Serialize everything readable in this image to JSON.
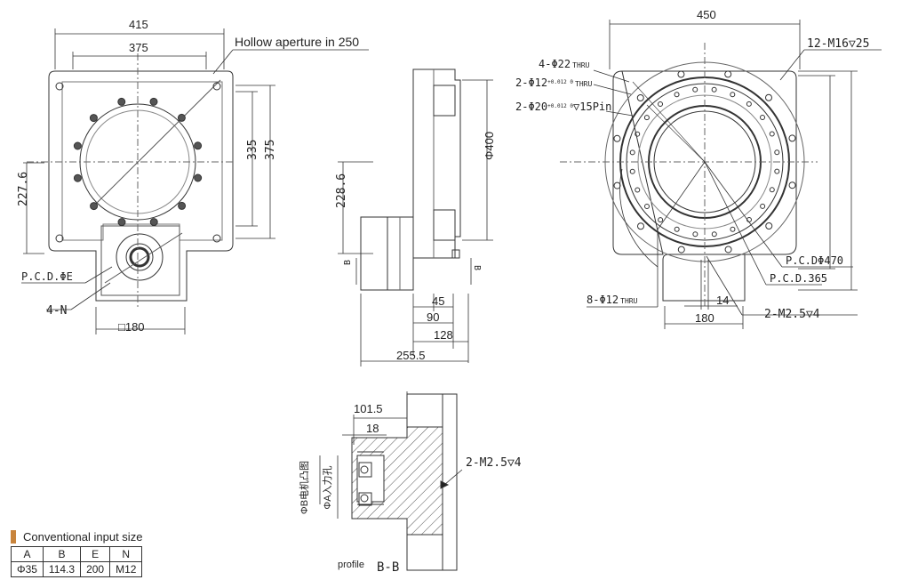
{
  "front": {
    "dim_415": "415",
    "dim_375_top": "375",
    "hollow_note": "Hollow aperture in 250",
    "dim_335": "335",
    "dim_375_right": "375",
    "dim_227_6": "227.6",
    "pcd_e": "P.C.D.ΦE",
    "four_n": "4-N",
    "square_180": "□180"
  },
  "side": {
    "dim_phi400": "Φ400",
    "dim_228_6": "228.6",
    "b_left": "B",
    "b_right": "B",
    "dim_45": "45",
    "dim_90": "90",
    "dim_128": "128",
    "dim_255_5": "255.5"
  },
  "right": {
    "dim_450": "450",
    "m16": "12-M16",
    "m16_depth": "▽25",
    "hole_22": "4-Φ22",
    "thru_1": "THRU",
    "hole_12": "2-Φ12",
    "tol_12": "+0.012 0",
    "thru_2": "THRU",
    "hole_20": "2-Φ20",
    "tol_20": "+0.012 0",
    "pin_depth": "▽15Pin",
    "pcd_470": "P.C.DΦ470",
    "pcd_365": "P.C.D.365",
    "hole_8_12": "8-Φ12",
    "thru_3": "THRU",
    "dim_14": "14",
    "dim_180": "180",
    "m2_5": "2-M2.5▽4"
  },
  "section": {
    "dim_101_5": "101.5",
    "dim_18": "18",
    "m2_5": "2-M2.5▽4",
    "label_b": "ΦB电机凸图",
    "label_a": "ΦA入力孔",
    "profile": "profile",
    "bb": "B-B"
  },
  "legend": {
    "title": "Conventional input size",
    "headers": [
      "A",
      "B",
      "E",
      "N"
    ],
    "row": [
      "Φ35",
      "114.3",
      "200",
      "M12"
    ]
  }
}
